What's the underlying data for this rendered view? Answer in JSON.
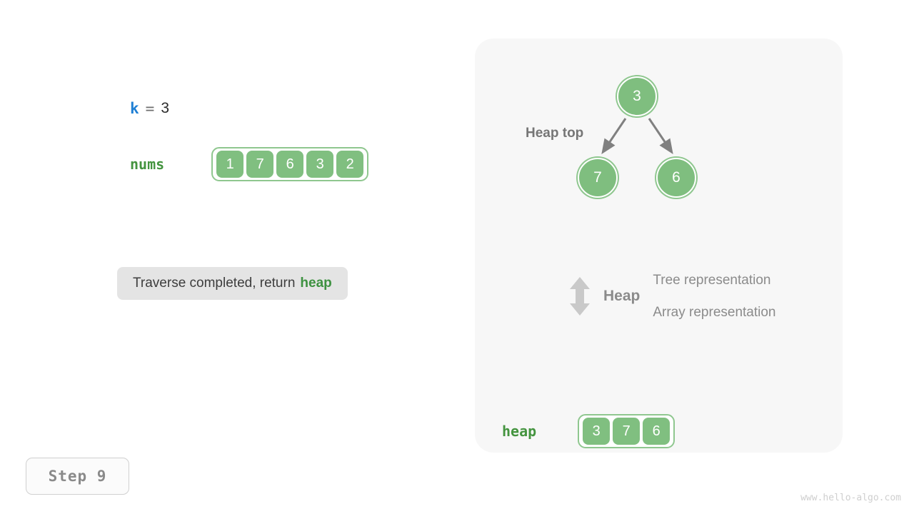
{
  "left": {
    "k": {
      "name": "k",
      "equals": "=",
      "value": "3"
    },
    "nums": {
      "label": "nums",
      "cells": [
        "1",
        "7",
        "6",
        "3",
        "2"
      ]
    },
    "message": {
      "text": "Traverse completed, return",
      "highlight": "heap"
    },
    "step_badge": "Step 9"
  },
  "heap_panel": {
    "heap_top_label": "Heap top",
    "tree": {
      "nodes": [
        {
          "id": "root",
          "value": "3"
        },
        {
          "id": "left",
          "value": "7"
        },
        {
          "id": "right",
          "value": "6"
        }
      ],
      "edges": [
        {
          "from": "root",
          "to": "left"
        },
        {
          "from": "root",
          "to": "right"
        }
      ]
    },
    "legend": {
      "icon": "up-down-arrow-icon",
      "heap_label": "Heap",
      "line1": "Tree representation",
      "line2": "Array representation"
    },
    "heap_array": {
      "label": "heap",
      "cells": [
        "3",
        "7",
        "6"
      ]
    }
  },
  "watermark": "www.hello-algo.com",
  "colors": {
    "node_fill": "#7fbe7f",
    "node_ring": "#8fc78f",
    "cell_fill": "#80bf80",
    "array_border": "#8fc78f",
    "label_green": "#44943f",
    "var_blue": "#1f7fd4",
    "panel_bg": "#f7f7f7",
    "message_bg": "#e4e4e4",
    "arrow_gray": "#808080",
    "legend_gray": "#8b8b8b"
  }
}
